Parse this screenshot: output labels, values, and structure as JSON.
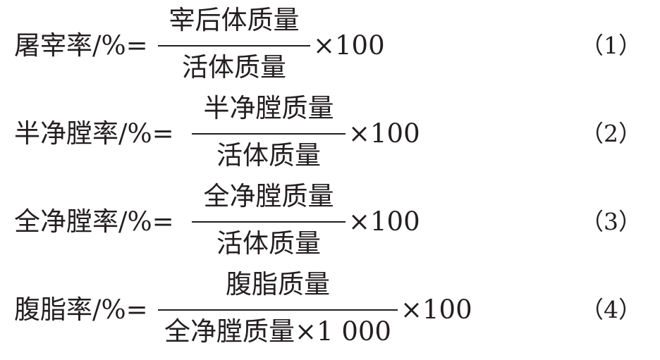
{
  "equations": [
    {
      "lhs": "屠宰率/%=",
      "numerator": "宰后体质量",
      "denominator": "活体质量",
      "multiplier": "×100",
      "number": "（1）"
    },
    {
      "lhs": "半净膛率/%=",
      "numerator": "半净膛质量",
      "denominator": "活体质量",
      "multiplier": "×100",
      "number": "（2）"
    },
    {
      "lhs": "全净膛率/%=",
      "numerator": "全净膛质量",
      "denominator": "活体质量",
      "multiplier": "×100",
      "number": "（3）"
    },
    {
      "lhs": "腹脂率/%=",
      "numerator": "腹脂质量",
      "denominator": "全净膛质量×1 000",
      "multiplier": "×100",
      "number": "（4）"
    }
  ]
}
